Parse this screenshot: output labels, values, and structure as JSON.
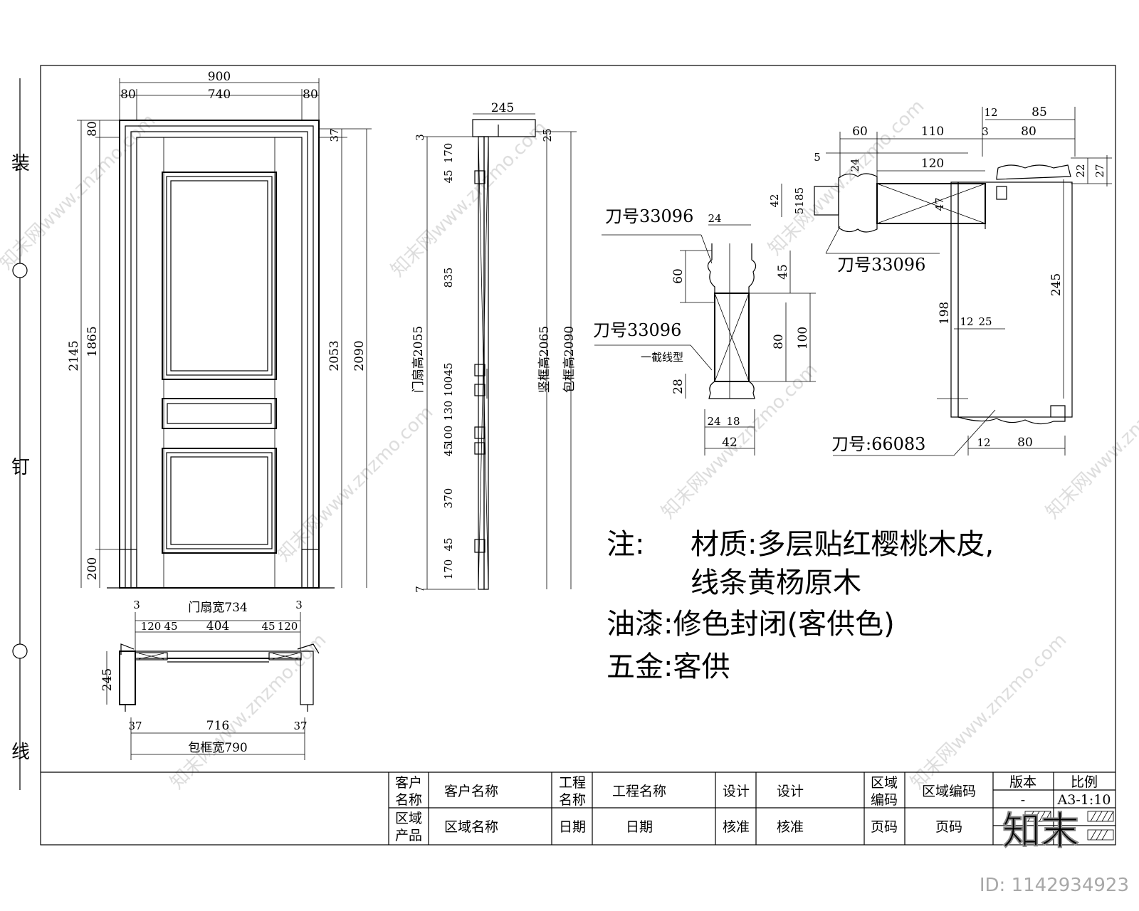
{
  "binding_margin": [
    "装",
    "钉",
    "线"
  ],
  "elevation_dims": {
    "top": {
      "overall": "900",
      "left": "80",
      "middle": "740",
      "right": "80"
    },
    "left": {
      "total": "2145",
      "top": "80",
      "middle": "1865",
      "bottom": "200"
    },
    "right": {
      "top": "37",
      "leaf": "2053",
      "total": "2090"
    }
  },
  "plan_dims": {
    "leaf_width": "门扇宽734",
    "top_gaps": [
      "3",
      "3"
    ],
    "top_parts": [
      "120",
      "45",
      "404",
      "45",
      "120"
    ],
    "depth": "245",
    "bottom_parts": [
      "37",
      "716",
      "37"
    ],
    "frame_width": "包框宽790"
  },
  "section_dims": {
    "top_width": "245",
    "left": [
      "3",
      "170",
      "45",
      "835",
      "45",
      "100",
      "130",
      "100",
      "45",
      "370",
      "45",
      "170",
      "7"
    ],
    "leaf_height": "门扇高2055",
    "right_top": "25",
    "frame_height": "竖框高2065",
    "wrap_height": "包框高2090"
  },
  "detail_dims": {
    "frame_top": [
      "12",
      "85"
    ],
    "frame_row": [
      "60",
      "110",
      "3",
      "80"
    ],
    "small": [
      "5",
      "24",
      "120",
      "22",
      "27",
      "42",
      "5185",
      "47"
    ],
    "frame_side": [
      "198",
      "12",
      "25",
      "245"
    ],
    "bottom": [
      "12",
      "80"
    ],
    "mould": [
      "24",
      "60",
      "45",
      "80",
      "100",
      "28",
      "24",
      "18",
      "42"
    ]
  },
  "tool_numbers": [
    "刀号33096",
    "刀号33096",
    "刀号33096",
    "刀号:66083"
  ],
  "moulding_label": "一截线型",
  "notes": {
    "material_head": "注:",
    "material_line1": "材质:多层贴红樱桃木皮,",
    "material_line2": "线条黄杨原木",
    "paint": "油漆:修色封闭(客供色)",
    "hardware": "五金:客供"
  },
  "title_block": {
    "client_label": "客户名称",
    "client_value": "客户名称",
    "project_label": "工程名称",
    "project_value": "工程名称",
    "design_label": "设计",
    "design_value": "设计",
    "region_code_label": "区域编码",
    "region_code_value": "区域编码",
    "version_label": "版本",
    "version_value": "-",
    "scale_label": "比例",
    "scale_value": "A3-1:10",
    "region_label": "区域产品",
    "region_value": "区域名称",
    "date_label": "日期",
    "date_value": "日期",
    "check_label": "核准",
    "check_value": "核准",
    "page_label": "页码",
    "page_value": "页码"
  },
  "watermark": "知末网www.znzmo.com",
  "brand_logo": "知末",
  "image_id": "ID: 1142934923"
}
